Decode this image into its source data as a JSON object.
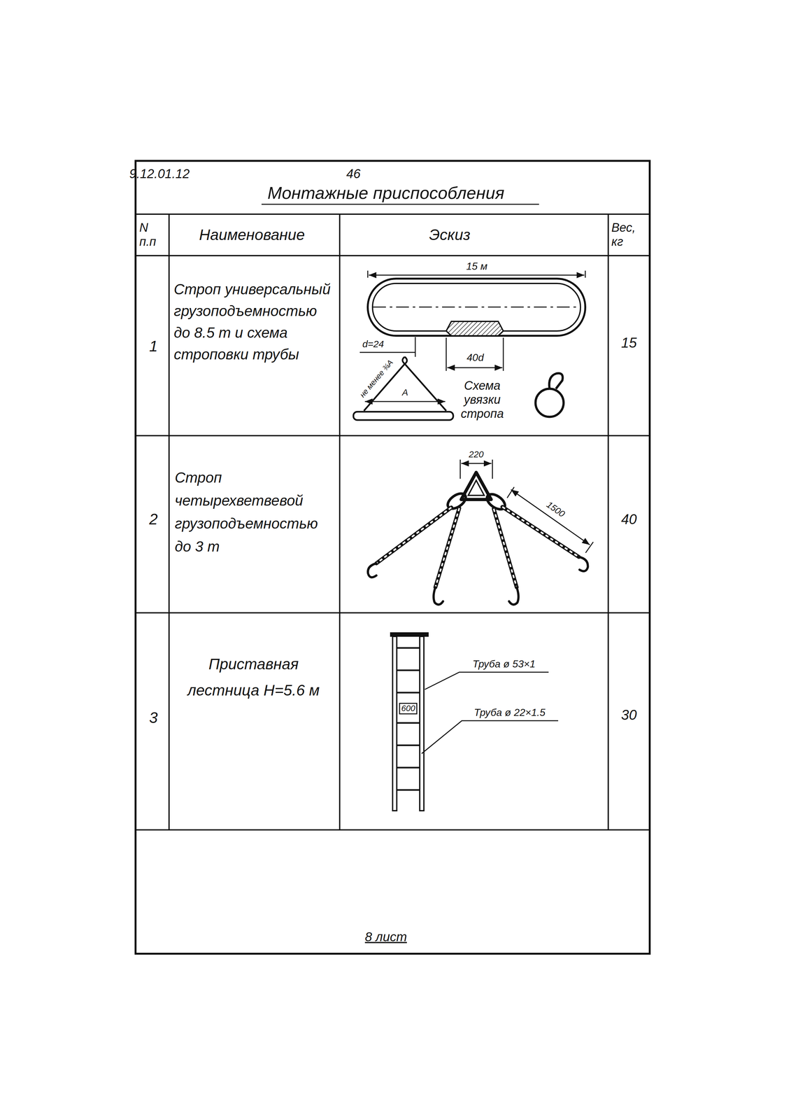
{
  "diagram": {
    "title": "Монтажные приспособления",
    "labels": [
      "9.12.01.12",
      "46",
      "N п.п",
      "Наименование",
      "Эскиз",
      "Вес, кг",
      "1",
      "Строп универсальный грузоподъемностью до 8.5 т и схема строповки трубы",
      "15 м",
      "d=24",
      "не менее ¾A",
      "A",
      "40d",
      "Схема увязки стропа",
      "15",
      "2",
      "Строп четырехветвевой грузоподъемностью до 3 т",
      "220",
      "1500",
      "40",
      "3",
      "Приставная лестница Н=5.6 м",
      "Труба ø 53×1",
      "600",
      "Труба ø 22×1.5",
      "30",
      "8 лист"
    ]
  }
}
